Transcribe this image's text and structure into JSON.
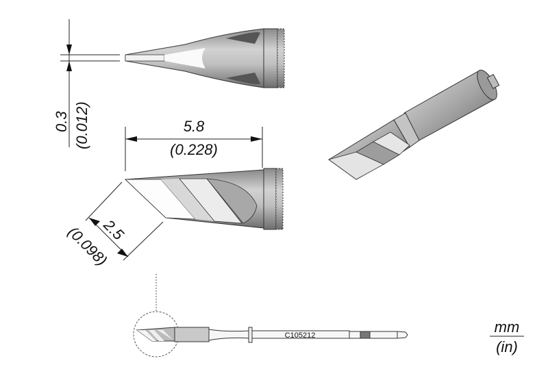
{
  "drawing": {
    "thickness_mm": "0.3",
    "thickness_in": "(0.012)",
    "length_mm": "5.8",
    "length_in": "(0.228)",
    "blade_mm": "2.5",
    "blade_in": "(0.098)",
    "part_number": "C105212",
    "unit_mm": "mm",
    "unit_in": "(in)"
  },
  "colors": {
    "body": "#b5b5b5",
    "dark": "#6f6f6f",
    "light": "#e6e6e6"
  }
}
